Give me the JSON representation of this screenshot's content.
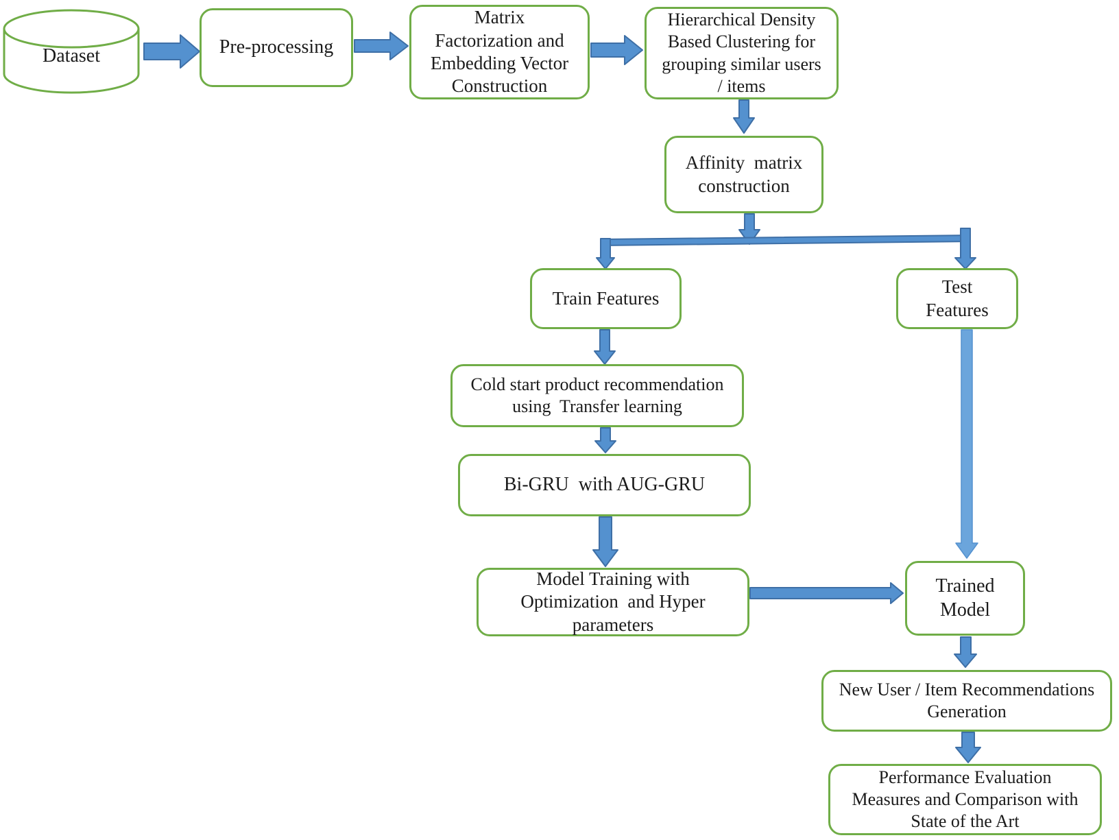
{
  "colors": {
    "box_border": "#70AD47",
    "arrow_fill": "#5491CF",
    "arrow_fill_light": "#6BA5DC",
    "arrow_stroke": "#3E6FA6",
    "text_color": "#1b1b1b"
  },
  "nodes": {
    "dataset": {
      "label": "Dataset",
      "shape": "cylinder"
    },
    "preprocessing": {
      "label": "Pre-processing",
      "shape": "rounded-rect"
    },
    "matrix_factorization": {
      "label": "Matrix\nFactorization and\nEmbedding Vector\nConstruction",
      "shape": "rounded-rect"
    },
    "hierarchical_clustering": {
      "label": "Hierarchical Density\nBased Clustering for\ngrouping similar users\n/ items",
      "shape": "rounded-rect"
    },
    "affinity_matrix": {
      "label": "Affinity  matrix\nconstruction",
      "shape": "rounded-rect"
    },
    "train_features": {
      "label": "Train Features",
      "shape": "rounded-rect"
    },
    "test_features": {
      "label": "Test\nFeatures",
      "shape": "rounded-rect"
    },
    "cold_start": {
      "label": "Cold start product recommendation\nusing  Transfer learning",
      "shape": "rounded-rect"
    },
    "bi_gru": {
      "label": "Bi-GRU  with AUG-GRU",
      "shape": "rounded-rect"
    },
    "model_training": {
      "label": "Model Training with\nOptimization  and Hyper\nparameters",
      "shape": "rounded-rect"
    },
    "trained_model": {
      "label": "Trained\nModel",
      "shape": "rounded-rect"
    },
    "recommendations": {
      "label": "New User / Item Recommendations\nGeneration",
      "shape": "rounded-rect"
    },
    "performance": {
      "label": "Performance Evaluation\nMeasures and Comparison with\nState of the Art",
      "shape": "rounded-rect"
    }
  },
  "edges": [
    {
      "from": "dataset",
      "to": "preprocessing"
    },
    {
      "from": "preprocessing",
      "to": "matrix_factorization"
    },
    {
      "from": "matrix_factorization",
      "to": "hierarchical_clustering"
    },
    {
      "from": "hierarchical_clustering",
      "to": "affinity_matrix"
    },
    {
      "from": "affinity_matrix",
      "to": "train_features"
    },
    {
      "from": "affinity_matrix",
      "to": "test_features"
    },
    {
      "from": "train_features",
      "to": "cold_start"
    },
    {
      "from": "cold_start",
      "to": "bi_gru"
    },
    {
      "from": "bi_gru",
      "to": "model_training"
    },
    {
      "from": "model_training",
      "to": "trained_model"
    },
    {
      "from": "test_features",
      "to": "trained_model"
    },
    {
      "from": "trained_model",
      "to": "recommendations"
    },
    {
      "from": "recommendations",
      "to": "performance"
    }
  ]
}
